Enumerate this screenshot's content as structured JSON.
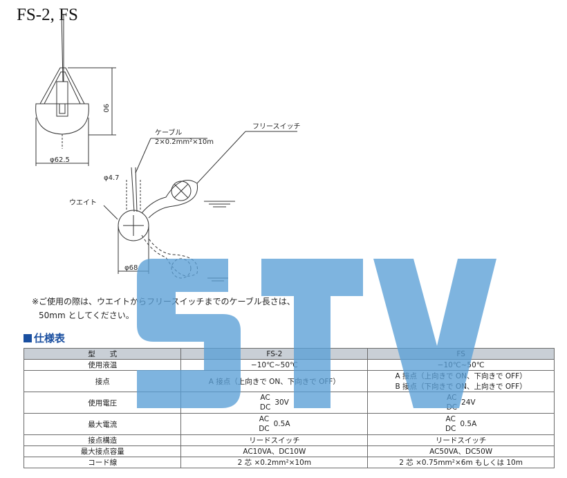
{
  "title": "FS-2, FS",
  "drawing": {
    "dim_height": "90",
    "dim_diameter_float": "φ62.5",
    "dim_diameter_cable": "φ4.7",
    "dim_diameter_weight": "φ68",
    "label_cable": "ケーブル",
    "label_cable_spec": "2×0.2mm²×10m",
    "label_free_switch": "フリースイッチ",
    "label_weight": "ウエイト"
  },
  "note": {
    "line1": "※ご使用の際は、ウエイトからフリースイッチまでのケーブル長さは、",
    "line2": "50mm としてください。"
  },
  "spec_heading": "仕様表",
  "table": {
    "header": [
      "型　　式",
      "FS-2",
      "FS"
    ],
    "rows": {
      "temp": {
        "label": "使用液温",
        "fs2": "−10℃~50℃",
        "fs": "−10℃~50℃"
      },
      "contact": {
        "label": "接点",
        "fs2": "A 接点（上向きで ON、下向きで OFF）",
        "fs_a": "A 接点（上向きで ON、下向きで OFF）",
        "fs_b": "B 接点（下向きで ON、上向きで OFF）"
      },
      "voltage": {
        "label": "使用電圧",
        "ac": "AC",
        "dc": "DC",
        "fs2": "30V",
        "fs": "24V"
      },
      "current": {
        "label": "最大電流",
        "ac": "AC",
        "dc": "DC",
        "fs2": "0.5A",
        "fs": "0.5A"
      },
      "structure": {
        "label": "接点構造",
        "fs2": "リードスイッチ",
        "fs": "リードスイッチ"
      },
      "capacity": {
        "label": "最大接点容量",
        "fs2": "AC10VA、DC10W",
        "fs": "AC50VA、DC50W"
      },
      "cord": {
        "label": "コード線",
        "fs2": "2 芯 ×0.2mm²×10m",
        "fs": "2 芯 ×0.75mm²×6m もしくは 10m"
      }
    }
  },
  "colors": {
    "heading": "#1a4fa0",
    "table_header": "#c9cfd6",
    "watermark": "#5a9fd6"
  }
}
